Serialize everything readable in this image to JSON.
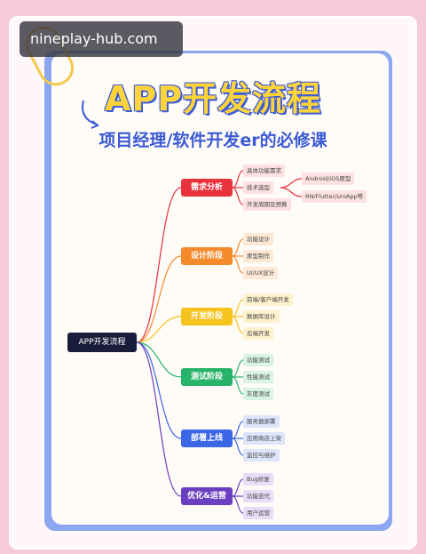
{
  "watermark": "nineplay-hub.com",
  "title": "APP开发流程",
  "subtitle": "项目经理/软件开发er的必修课",
  "root": "APP开发流程",
  "stages": [
    {
      "label": "需求分析",
      "color": "#e8323c",
      "leafBg": "#fde1e1",
      "children": [
        "具体功能需求",
        "技术选型",
        "开发周期及预算"
      ],
      "sub": {
        "parent": 1,
        "items": [
          "Android/iOS原型",
          "RN/Flutter/UniApp等"
        ]
      }
    },
    {
      "label": "设计阶段",
      "color": "#f58a2c",
      "leafBg": "#fde9d6",
      "children": [
        "功能设计",
        "原型制作",
        "UI/UX设计"
      ]
    },
    {
      "label": "开发阶段",
      "color": "#f6c21d",
      "leafBg": "#fdf2cc",
      "children": [
        "前端/客户端开发",
        "数据库设计",
        "后端开发"
      ]
    },
    {
      "label": "测试阶段",
      "color": "#28b36a",
      "leafBg": "#d9f3e4",
      "children": [
        "功能测试",
        "性能测试",
        "灰度测试"
      ]
    },
    {
      "label": "部署上线",
      "color": "#3b66e6",
      "leafBg": "#dde5fb",
      "children": [
        "服务器部署",
        "应用商店上架",
        "监控与维护"
      ]
    },
    {
      "label": "优化&运营",
      "color": "#6a3fc0",
      "leafBg": "#e6ddf6",
      "children": [
        "Bug修复",
        "功能迭代",
        "用户运营"
      ]
    }
  ]
}
